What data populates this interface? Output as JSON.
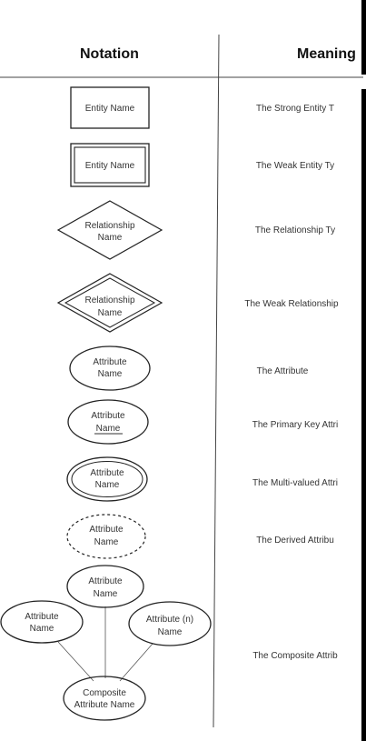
{
  "headers": {
    "notation": "Notation",
    "meaning": "Meaning"
  },
  "symbols": {
    "strong_entity": [
      "Entity Name"
    ],
    "weak_entity": [
      "Entity Name"
    ],
    "relationship": [
      "Relationship",
      "Name"
    ],
    "weak_relationship": [
      "Relationship",
      "Name"
    ],
    "attribute": [
      "Attribute",
      "Name"
    ],
    "key_attribute": [
      "Attribute",
      "Name"
    ],
    "multivalued_attribute": [
      "Attribute",
      "Name"
    ],
    "derived_attribute": [
      "Attribute",
      "Name"
    ],
    "composite_top": [
      "Attribute",
      "Name"
    ],
    "composite_left": [
      "Attribute",
      "Name"
    ],
    "composite_right": [
      "Attribute (n)",
      "Name"
    ],
    "composite_root": [
      "Composite",
      "Attribute Name"
    ]
  },
  "meanings": {
    "strong_entity": "The Strong Entity T",
    "weak_entity": "The Weak Entity Ty",
    "relationship": "The Relationship Ty",
    "weak_relationship": "The Weak Relationship",
    "attribute": "The Attribute",
    "key_attribute": "The Primary Key Attri",
    "multivalued_attribute": "The Multi-valued Attri",
    "derived_attribute": "The Derived Attribu",
    "composite_attribute": "The Composite Attrib"
  }
}
